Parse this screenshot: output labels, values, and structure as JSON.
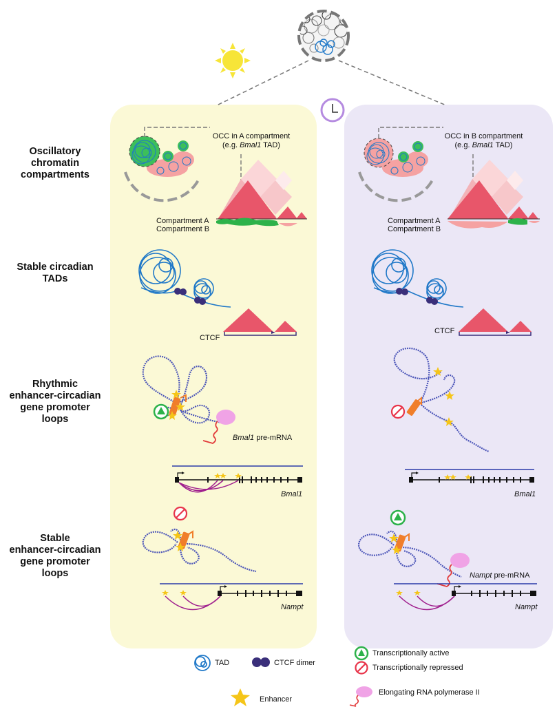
{
  "row_titles": {
    "occ": [
      "Oscillatory",
      "chromatin",
      "compartments"
    ],
    "tad": [
      "Stable circadian",
      "TADs"
    ],
    "rhythmic": [
      "Rhythmic",
      "enhancer-circadian",
      "gene promoter",
      "loops"
    ],
    "stable": [
      "Stable",
      "enhancer-circadian",
      "gene promoter",
      "loops"
    ]
  },
  "day": {
    "occ_line1": "OCC in A compartment",
    "occ_line2_pre": "(e.g. ",
    "occ_line2_gene": "Bmal1",
    "occ_line2_post": " TAD)",
    "compartment_a": "Compartment A",
    "compartment_b": "Compartment B",
    "ctcf": "CTCF",
    "premrna_gene": "Bmal1",
    "premrna_suffix": " pre-mRNA",
    "gene1": "Bmal1",
    "gene2": "Nampt"
  },
  "night": {
    "occ_line1": "OCC in B compartment",
    "occ_line2_pre": "(e.g. ",
    "occ_line2_gene": "Bmal1",
    "occ_line2_post": " TAD)",
    "compartment_a": "Compartment A",
    "compartment_b": "Compartment B",
    "ctcf": "CTCF",
    "premrna_gene": "Nampt",
    "premrna_suffix": " pre-mRNA",
    "gene1": "Bmal1",
    "gene2": "Nampt"
  },
  "legend": {
    "tad": "TAD",
    "ctcf_dimer": "CTCF dimer",
    "active": "Transcriptionally active",
    "repressed": "Transcriptionally repressed",
    "enhancer": "Enhancer",
    "polymerase": "Elongating RNA polymerase II"
  },
  "colors": {
    "day_panel": "#fbf9d6",
    "night_panel": "#ebe7f6",
    "chromatin_blue": "#1f78c8",
    "tad_red": "#e8566a",
    "tad_pink": "#f3b3b8",
    "compartment_green": "#2db24a",
    "enhancer_yellow": "#f5c518",
    "promoter_orange": "#f07e2a",
    "loop_purple": "#a0208e",
    "sun_yellow": "#f7e538",
    "moon_cyan": "#16b4e6",
    "clock_purple": "#b58be0",
    "ctcf_purple": "#3a2f7a",
    "polymerase_pink": "#f0a3e6",
    "gene_line_blue": "#2b3aa8"
  },
  "icons": [
    "sun-icon",
    "moon-icon",
    "clock-icon",
    "nucleus-icon",
    "tad-icon",
    "ctcf-dimer-icon",
    "active-icon",
    "repressed-icon",
    "enhancer-star-icon",
    "polymerase-icon"
  ]
}
